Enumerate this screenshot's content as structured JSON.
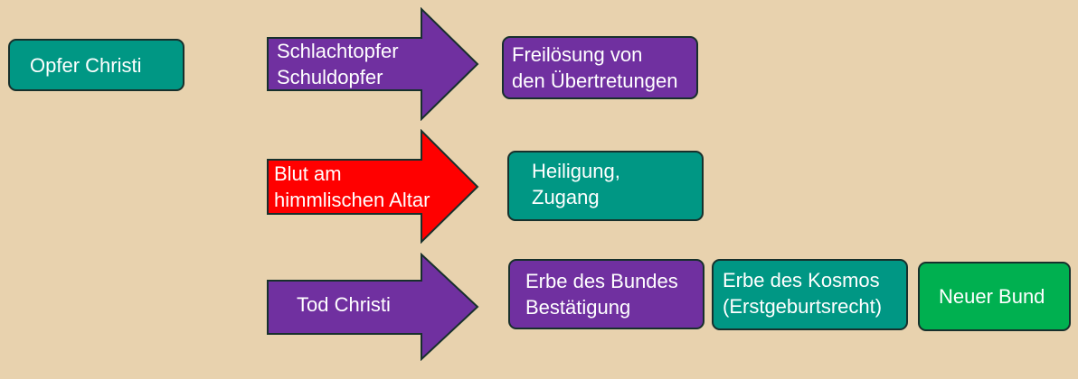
{
  "colors": {
    "background": "#e8d2ae",
    "teal": "#009784",
    "purple": "#7030a0",
    "red": "#ff0000",
    "green": "#00b050",
    "outline": "#17302c"
  },
  "source": {
    "label": "Opfer Christi"
  },
  "arrows": [
    {
      "lines": [
        "Schlachtopfer",
        "Schuldopfer"
      ],
      "color": "#7030a0"
    },
    {
      "lines": [
        "Blut am",
        "himmlischen Altar"
      ],
      "color": "#ff0000"
    },
    {
      "lines": [
        "Tod Christi"
      ],
      "color": "#7030a0"
    }
  ],
  "results": {
    "row1": {
      "lines": [
        "Freilösung von",
        "den Übertretungen"
      ]
    },
    "row2": {
      "lines": [
        "Heiligung,",
        "Zugang"
      ]
    },
    "row3": [
      {
        "lines": [
          "Erbe des Bundes",
          "Bestätigung"
        ]
      },
      {
        "lines": [
          "Erbe des Kosmos",
          "(Erstgeburtsrecht)"
        ]
      },
      {
        "lines": [
          "Neuer Bund"
        ]
      }
    ]
  }
}
